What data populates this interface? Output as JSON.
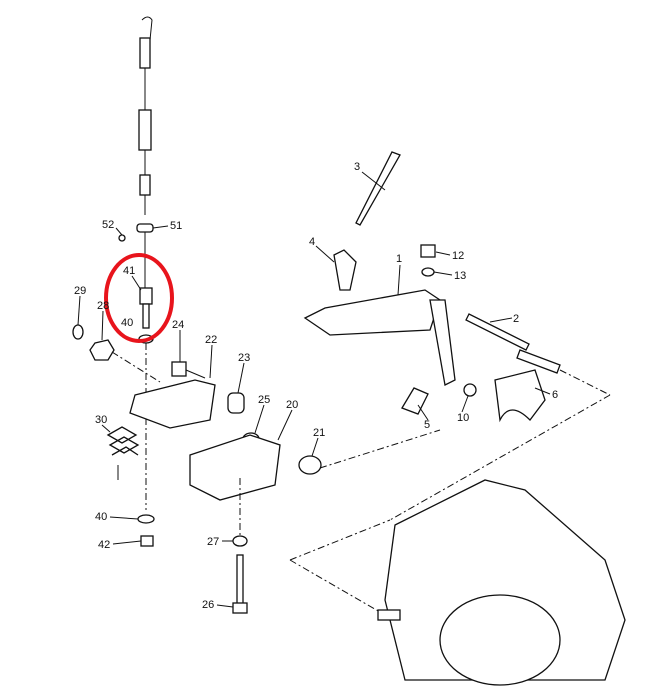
{
  "diagram": {
    "labels": {
      "p3": "3",
      "p4": "4",
      "p1": "1",
      "p12": "12",
      "p13": "13",
      "p2": "2",
      "p52": "52",
      "p51": "51",
      "p41": "41",
      "p29": "29",
      "p28": "28",
      "p40a": "40",
      "p24": "24",
      "p22": "22",
      "p23": "23",
      "p6": "6",
      "p10": "10",
      "p5": "5",
      "p25": "25",
      "p20": "20",
      "p21": "21",
      "p30": "30",
      "p40b": "40",
      "p42": "42",
      "p27": "27",
      "p26": "26"
    },
    "highlight_color": "#e8141c"
  }
}
